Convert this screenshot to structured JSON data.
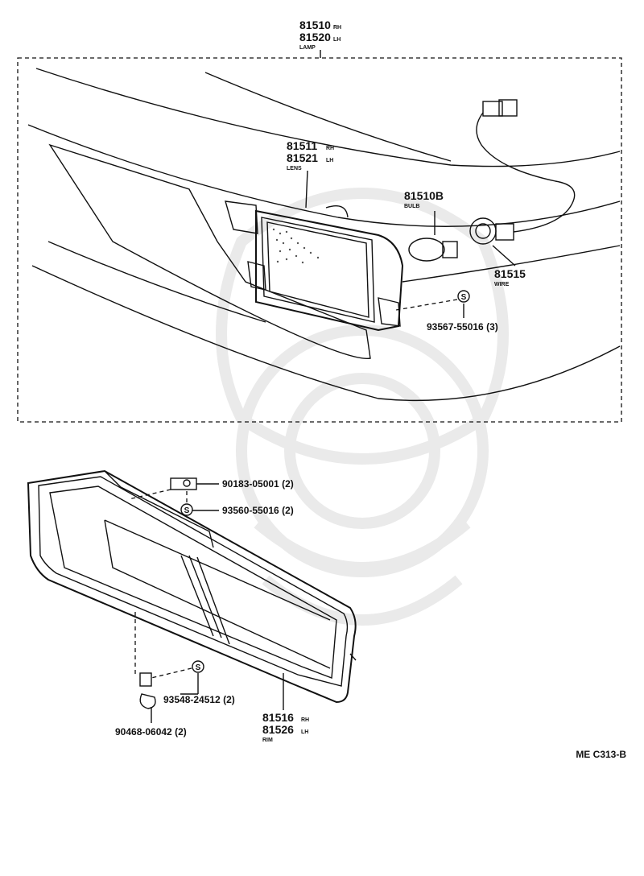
{
  "lamp": {
    "part_rh": "81510",
    "suffix_rh": "RH",
    "part_lh": "81520",
    "suffix_lh": "LH",
    "name": "LAMP"
  },
  "lens": {
    "part_rh": "81511",
    "suffix_rh": "RH",
    "part_lh": "81521",
    "suffix_lh": "LH",
    "name": "LENS"
  },
  "bulb": {
    "part": "81510B",
    "name": "BULB"
  },
  "wire": {
    "part": "81515",
    "name": "WIRE"
  },
  "screw_lamp": {
    "part": "93567-55016 (3)"
  },
  "nut": {
    "part": "90183-05001 (2)"
  },
  "screw_rim_top": {
    "part": "93560-55016 (2)"
  },
  "screw_rim_bottom": {
    "part": "93548-24512 (2)"
  },
  "clip": {
    "part": "90468-06042 (2)"
  },
  "rim": {
    "part_rh": "81516",
    "suffix_rh": "RH",
    "part_lh": "81526",
    "suffix_lh": "LH",
    "name": "RIM"
  },
  "screw_symbol": "S",
  "diagram_code": "ME C313-B"
}
